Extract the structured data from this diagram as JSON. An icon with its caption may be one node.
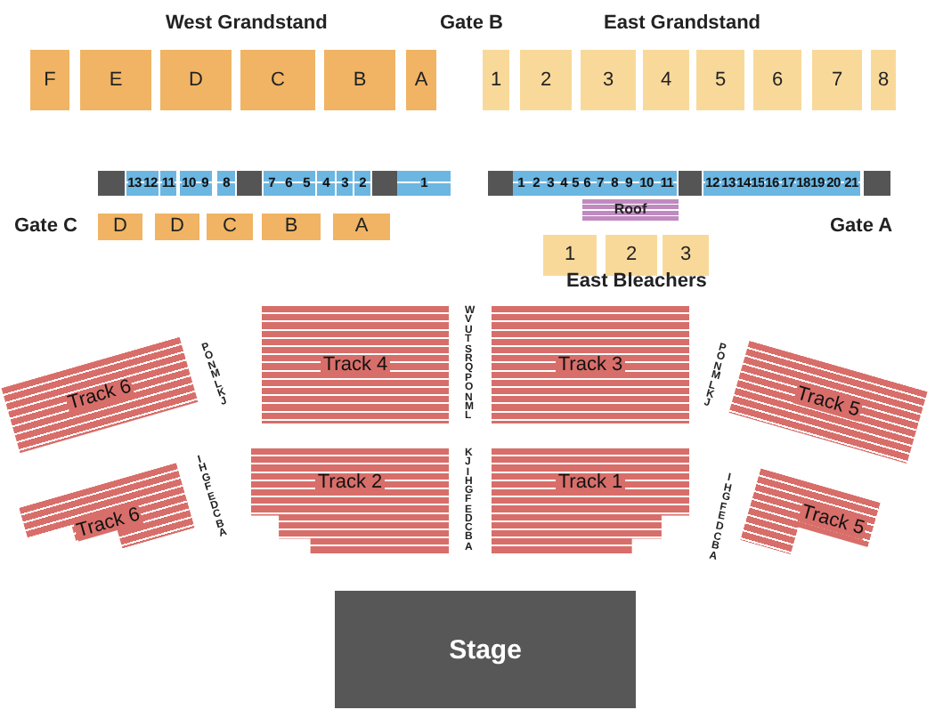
{
  "diagram": {
    "nodes": [
      {
        "text": [
          "F"
        ]
      },
      {
        "text": [
          "E"
        ]
      },
      {
        "text": [
          "D"
        ]
      },
      {
        "text": [
          "C"
        ]
      },
      {
        "text": [
          "B"
        ]
      },
      {
        "text": [
          "A"
        ]
      },
      {
        "text": [
          "1"
        ]
      },
      {
        "text": [
          "2"
        ]
      },
      {
        "text": [
          "3"
        ]
      },
      {
        "text": [
          "4"
        ]
      },
      {
        "text": [
          "5"
        ]
      },
      {
        "text": [
          "6"
        ]
      },
      {
        "text": [
          "7"
        ]
      },
      {
        "text": [
          "8"
        ]
      },
      {
        "text": [],
        "shape": "box"
      },
      {
        "text": [
          "13"
        ]
      },
      {
        "text": [
          "12"
        ]
      },
      {
        "text": [
          "11"
        ]
      },
      {
        "text": [
          "10"
        ]
      },
      {
        "text": [
          "9"
        ]
      },
      {
        "text": [
          "8"
        ]
      },
      {
        "text": [],
        "shape": "box"
      },
      {
        "text": [
          "7"
        ]
      },
      {
        "text": [
          "6"
        ]
      },
      {
        "text": [
          "5"
        ]
      },
      {
        "text": [
          "4"
        ]
      },
      {
        "text": [
          "3"
        ]
      },
      {
        "text": [
          "2"
        ]
      },
      {
        "text": [],
        "shape": "box"
      },
      {
        "text": [
          "1"
        ]
      },
      {
        "text": [],
        "shape": "box"
      },
      {
        "text": [
          "1"
        ]
      },
      {
        "text": [
          "2"
        ]
      },
      {
        "text": [
          "3"
        ]
      },
      {
        "text": [
          "4"
        ]
      },
      {
        "text": [
          "5"
        ]
      },
      {
        "text": [
          "6"
        ]
      },
      {
        "text": [
          "7"
        ]
      },
      {
        "text": [
          "8"
        ]
      },
      {
        "text": [
          "9"
        ]
      },
      {
        "text": [
          "10"
        ]
      },
      {
        "text": [
          "11"
        ]
      },
      {
        "text": [],
        "shape": "box"
      },
      {
        "text": [
          "12"
        ]
      },
      {
        "text": [
          "13"
        ]
      },
      {
        "text": [
          "14"
        ]
      },
      {
        "text": [
          "15"
        ]
      },
      {
        "text": [
          "16"
        ]
      },
      {
        "text": [
          "17"
        ]
      },
      {
        "text": [
          "18"
        ]
      },
      {
        "text": [
          "19"
        ]
      },
      {
        "text": [
          "20"
        ]
      },
      {
        "text": [
          "21"
        ]
      },
      {
        "text": [],
        "shape": "box"
      },
      {
        "text": [
          "Roof"
        ]
      },
      {
        "text": [
          "D"
        ]
      },
      {
        "text": [
          "D"
        ]
      },
      {
        "text": [
          "C"
        ]
      },
      {
        "text": [
          "B"
        ]
      },
      {
        "text": [
          "A"
        ]
      },
      {
        "text": [
          "1"
        ]
      },
      {
        "text": [
          "2"
        ]
      },
      {
        "text": [
          "3"
        ]
      },
      {
        "text": [
          "Track 4"
        ]
      },
      {
        "text": [
          "Track 3"
        ]
      },
      {
        "text": [
          "Track 6"
        ]
      },
      {
        "text": [
          "Track 5"
        ]
      },
      {
        "text": [
          "Track 2"
        ]
      },
      {
        "text": [
          "Track 1"
        ]
      },
      {
        "text": [
          "Track 6"
        ]
      },
      {
        "text": [
          "Track 5"
        ]
      },
      {
        "text": [
          "Stage"
        ]
      }
    ],
    "labels": [
      "West Grandstand",
      "Gate B",
      "East Grandstand",
      "Gate C",
      "Gate A",
      "East Bleachers",
      "P O N M L K J",
      "W V U T S R Q P O N M L",
      "P O N M L K J",
      "I H G F E D C B A",
      "K J I H G F E D C B A",
      "I H G F E D C B A"
    ]
  }
}
